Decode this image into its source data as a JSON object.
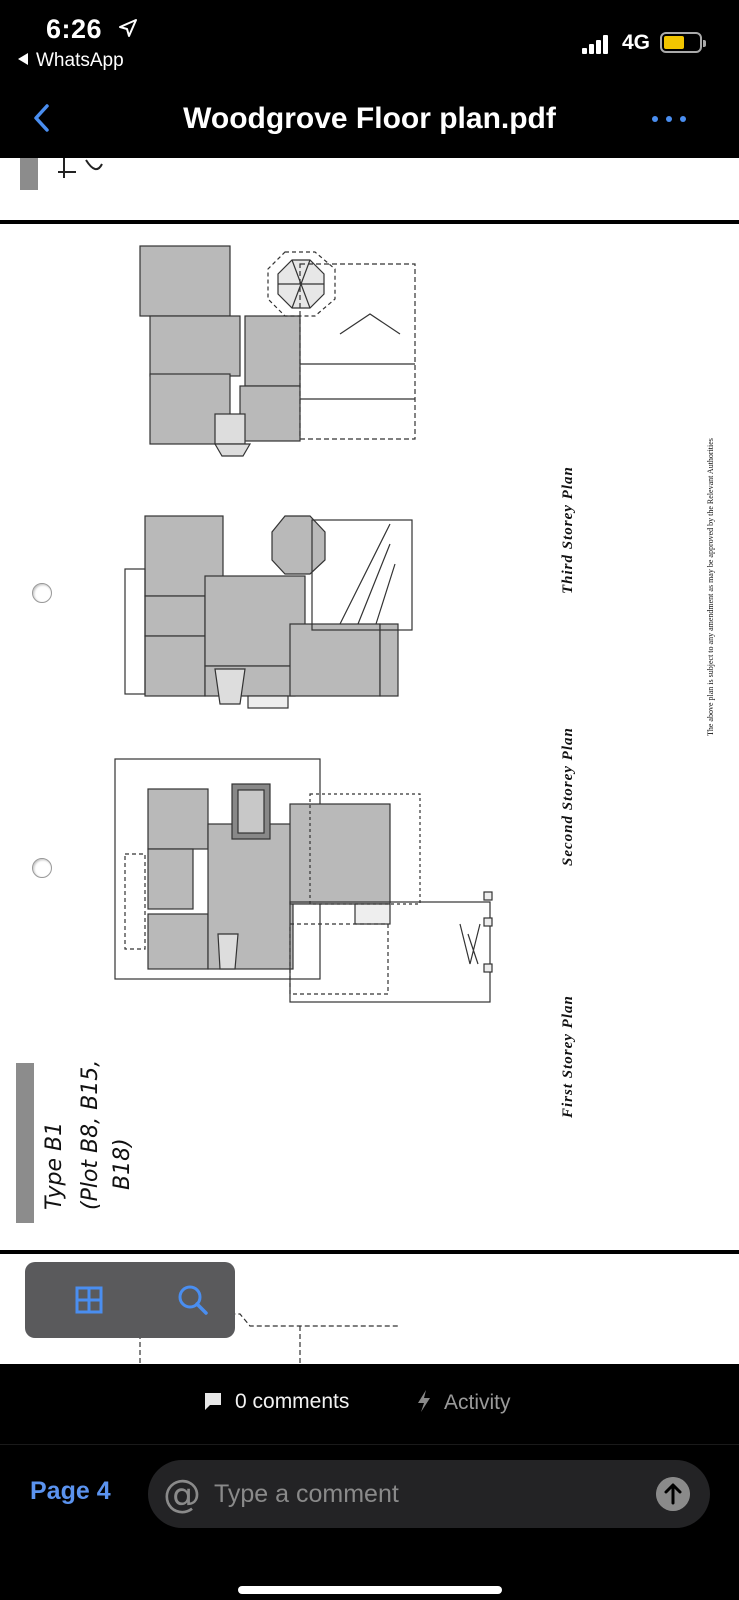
{
  "status_bar": {
    "time": "6:26",
    "back_app": "WhatsApp",
    "network": "4G"
  },
  "nav": {
    "title": "Woodgrove Floor plan.pdf"
  },
  "document": {
    "plan_labels": [
      "Third Storey Plan",
      "Second Storey Plan",
      "First Storey Plan"
    ],
    "disclaimer": "The above plan is subject to any amendment as may be approved by the Relevant Authorities",
    "handwritten_lines": [
      "Type B1",
      "(Plot B8, B15,",
      "B18)"
    ]
  },
  "tabs": {
    "comments": "0 comments",
    "activity": "Activity"
  },
  "footer": {
    "page_label": "Page 4",
    "comment_placeholder": "Type a comment"
  },
  "colors": {
    "accent": "#5b93ef",
    "battery": "#f2c500",
    "plan_fill": "#b9b9b9"
  }
}
